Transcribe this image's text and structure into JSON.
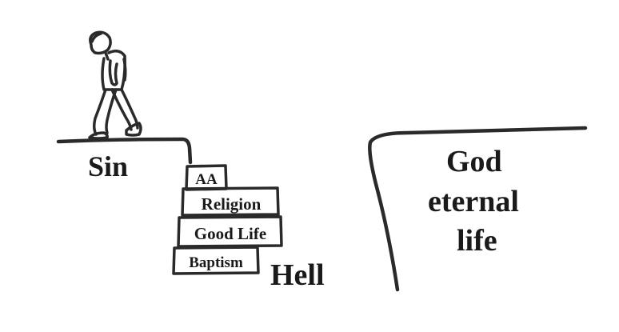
{
  "labels": {
    "sin": "Sin",
    "hell": "Hell",
    "god": "God",
    "eternal": "eternal",
    "life": "life"
  },
  "steps": [
    {
      "label": "AA"
    },
    {
      "label": "Religion"
    },
    {
      "label": "Good Life"
    },
    {
      "label": "Baptism"
    }
  ]
}
